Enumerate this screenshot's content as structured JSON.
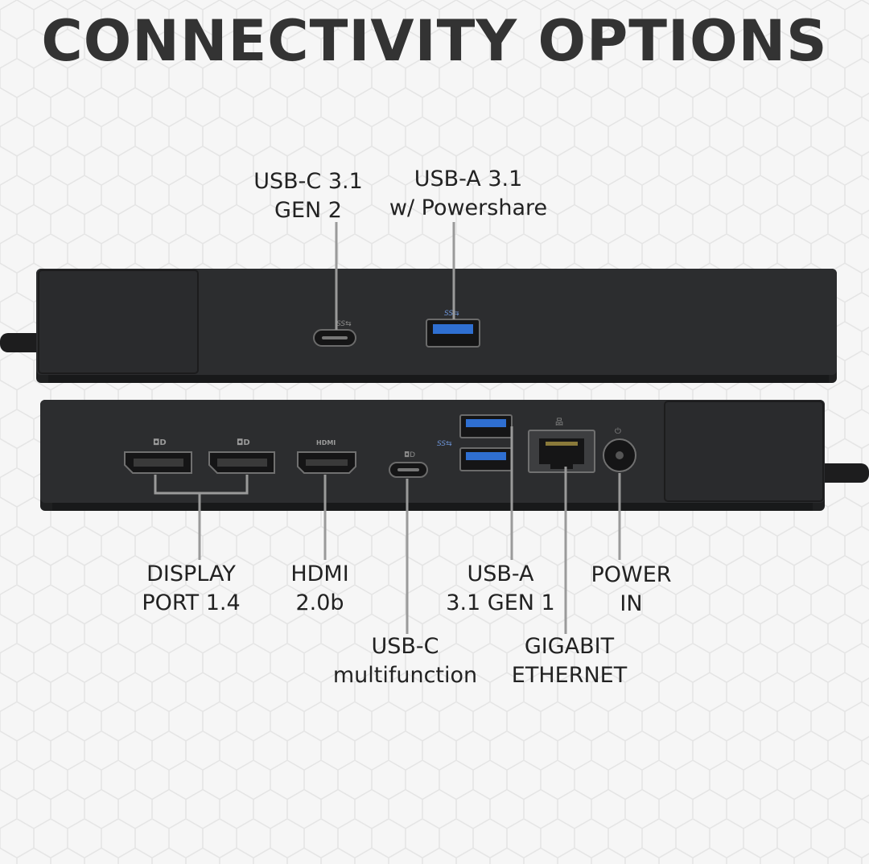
{
  "title": "CONNECTIVITY OPTIONS",
  "labels": {
    "usbc_front": {
      "line1": "USB-C 3.1",
      "line2": "GEN 2"
    },
    "usba_front": {
      "line1": "USB-A 3.1",
      "line2": "w/ Powershare"
    },
    "displayport": {
      "line1": "DISPLAY",
      "line2": "PORT 1.4"
    },
    "hdmi": {
      "line1": "HDMI",
      "line2": "2.0b"
    },
    "usbc_rear": {
      "line1": "USB-C",
      "line2": "multifunction"
    },
    "usba_rear": {
      "line1": "USB-A",
      "line2": "3.1 GEN 1"
    },
    "ethernet": {
      "line1": "GIGABIT",
      "line2": "ETHERNET"
    },
    "power": {
      "line1": "POWER",
      "line2": "IN"
    }
  },
  "port_marks": {
    "displayport": "◘D",
    "hdmi": "HDMI",
    "usb_superspeed": "SS⇆"
  },
  "colors": {
    "dock_body": "#2b2c2e",
    "dock_edge": "#1a1b1c",
    "usb_blue": "#2f6fd1",
    "leader_line": "#9a9a9a",
    "text": "#222222"
  }
}
